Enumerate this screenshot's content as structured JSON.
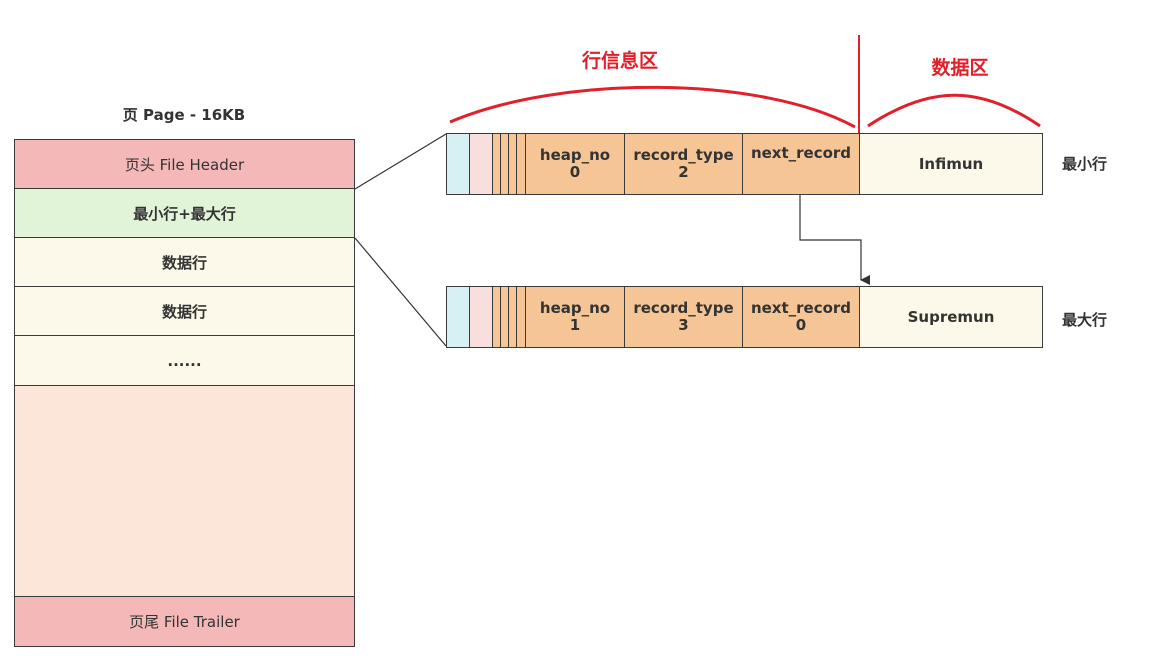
{
  "page": {
    "title": "页 Page - 16KB",
    "blocks": {
      "file_header": "页头 File Header",
      "min_max_row": "最小行+最大行",
      "data_row_1": "数据行",
      "data_row_2": "数据行",
      "ellipsis": "......",
      "file_trailer": "页尾 File Trailer"
    }
  },
  "regions": {
    "row_info": "行信息区",
    "data": "数据区"
  },
  "records": [
    {
      "heap_no_label": "heap_no",
      "heap_no": "0",
      "record_type_label": "record_type",
      "record_type": "2",
      "next_record_label": "next_record",
      "next_record": "",
      "data": "Infimun",
      "side_label": "最小行"
    },
    {
      "heap_no_label": "heap_no",
      "heap_no": "1",
      "record_type_label": "record_type",
      "record_type": "3",
      "next_record_label": "next_record",
      "next_record": "0",
      "data": "Supremun",
      "side_label": "最大行"
    }
  ],
  "colors": {
    "header_trailer": "#f5b8b8",
    "min_max": "#e2f4d8",
    "data_rows": "#fcf9ea",
    "free_space": "#fbe6d9",
    "record_fields": "#f5c595",
    "record_prefix_1": "#d7f0f3",
    "record_prefix_2": "#f9dede",
    "region_label": "#e0202a"
  }
}
